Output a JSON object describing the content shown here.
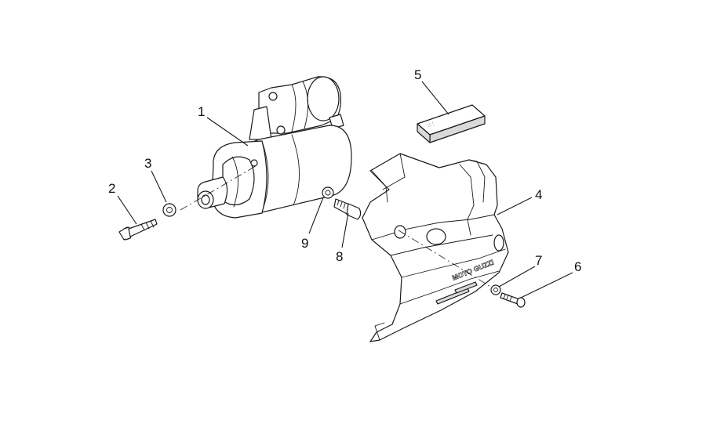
{
  "callouts": [
    {
      "id": "1",
      "label": "1"
    },
    {
      "id": "2",
      "label": "2"
    },
    {
      "id": "3",
      "label": "3"
    },
    {
      "id": "4",
      "label": "4"
    },
    {
      "id": "5",
      "label": "5"
    },
    {
      "id": "6",
      "label": "6"
    },
    {
      "id": "7",
      "label": "7"
    },
    {
      "id": "8",
      "label": "8"
    },
    {
      "id": "9",
      "label": "9"
    }
  ],
  "labels": {
    "cover_logo": "MOTO GUZZI"
  },
  "icons": {
    "starter_motor": "starter-motor-icon",
    "bolt": "bolt-icon",
    "washer": "washer-icon",
    "cover": "cover-icon",
    "label_plate": "label-plate-icon",
    "screw": "screw-icon",
    "stud": "stud-icon"
  }
}
